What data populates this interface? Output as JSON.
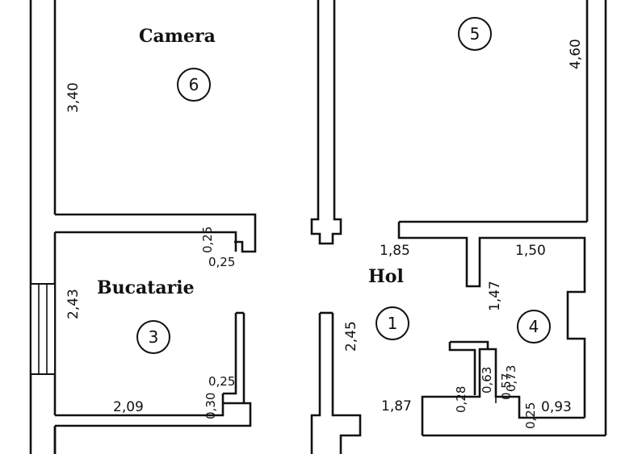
{
  "rooms": {
    "camera": {
      "name": "Camera",
      "number": "6",
      "dim_height": "3,40"
    },
    "room5": {
      "number": "5",
      "dim_height": "4,60"
    },
    "bucatarie": {
      "name": "Bucatarie",
      "number": "3",
      "dim_height": "2,43",
      "dim_width": "2,09"
    },
    "hol": {
      "name": "Hol",
      "number": "1",
      "dim_height": "2,45",
      "dim_top": "1,85",
      "dim_bottom": "1,87"
    },
    "room4": {
      "number": "4",
      "dim_top": "1,50",
      "dim_side": "1,47",
      "dim_bottom": "0,93"
    }
  },
  "small_dims": {
    "camera_corner_v": "0,25",
    "camera_corner_h": "0,25",
    "kitchen_corner_h": "0,25",
    "kitchen_corner_v": "0,30",
    "bath_a": "0,28",
    "bath_b": "0,63",
    "bath_c": "0,73",
    "bath_d": "0,57",
    "bath_e": "0,25"
  }
}
